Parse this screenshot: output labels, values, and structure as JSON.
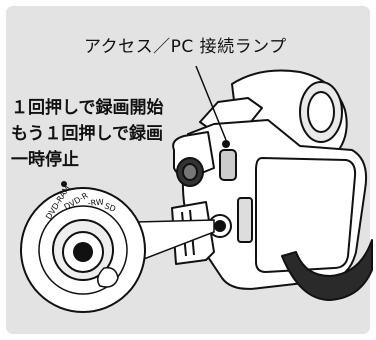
{
  "callouts": {
    "lamp_label": "アクセス／PC 接続ランプ",
    "record_lines": [
      "１回押しで録画開始",
      "もう１回押しで録画",
      "一時停止"
    ]
  },
  "dial_markings": [
    "DVD-RAM",
    "DVD-R",
    "-RW",
    "SD"
  ],
  "colors": {
    "panel": "#e3e3e3",
    "line": "#111111",
    "camera_fill": "#ffffff"
  },
  "icons": [
    "camcorder-illustration",
    "mode-dial-closeup",
    "record-button-icon",
    "access-lamp-icon"
  ]
}
